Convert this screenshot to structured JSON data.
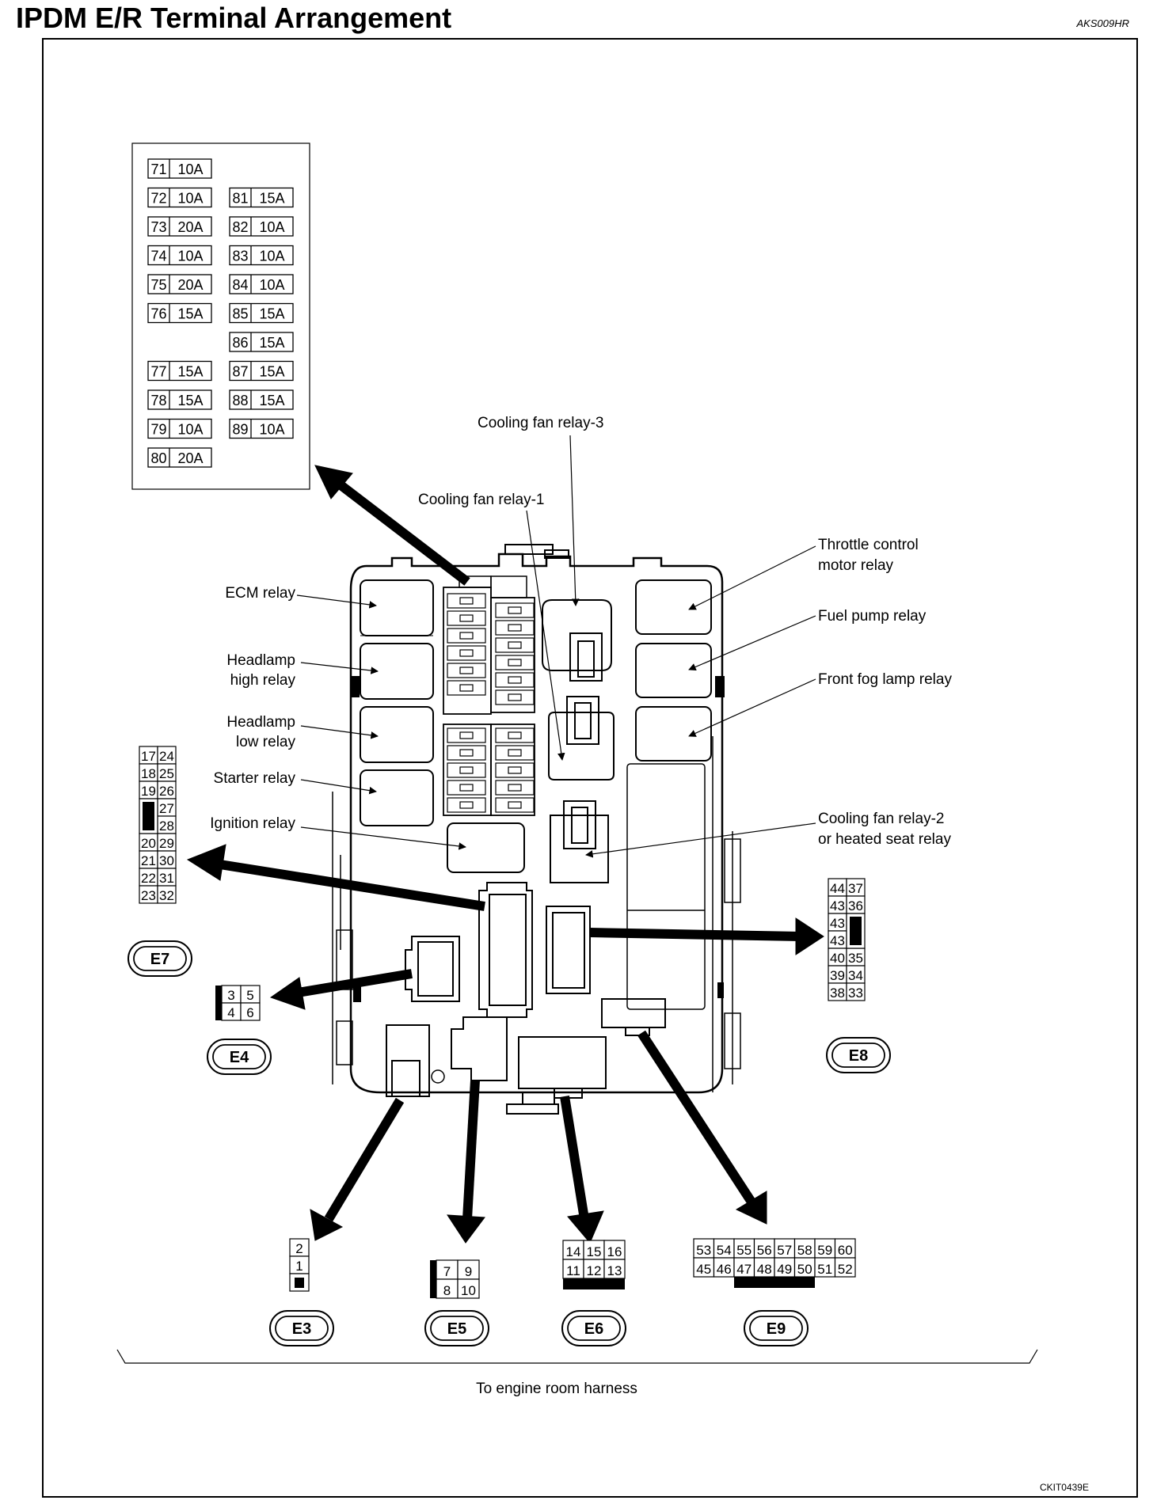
{
  "title": "IPDM E/R Terminal Arrangement",
  "figure_code_top": "AKS009HR",
  "figure_code_bottom": "CKIT0439E",
  "fuses": [
    {
      "no": "71",
      "amp": "10A"
    },
    {
      "no": "72",
      "amp": "10A"
    },
    {
      "no": "73",
      "amp": "20A"
    },
    {
      "no": "74",
      "amp": "10A"
    },
    {
      "no": "75",
      "amp": "20A"
    },
    {
      "no": "76",
      "amp": "15A"
    },
    {
      "no": "77",
      "amp": "15A"
    },
    {
      "no": "78",
      "amp": "15A"
    },
    {
      "no": "79",
      "amp": "10A"
    },
    {
      "no": "80",
      "amp": "20A"
    },
    {
      "no": "81",
      "amp": "15A"
    },
    {
      "no": "82",
      "amp": "10A"
    },
    {
      "no": "83",
      "amp": "10A"
    },
    {
      "no": "84",
      "amp": "10A"
    },
    {
      "no": "85",
      "amp": "15A"
    },
    {
      "no": "86",
      "amp": "15A"
    },
    {
      "no": "87",
      "amp": "15A"
    },
    {
      "no": "88",
      "amp": "15A"
    },
    {
      "no": "89",
      "amp": "10A"
    }
  ],
  "relay_labels": {
    "ecm": "ECM relay",
    "hl_high_1": "Headlamp",
    "hl_high_2": "high relay",
    "hl_low_1": "Headlamp",
    "hl_low_2": "low relay",
    "starter": "Starter relay",
    "ignition": "Ignition relay",
    "fan3": "Cooling fan relay-3",
    "fan1": "Cooling fan relay-1",
    "throttle_1": "Throttle control",
    "throttle_2": "motor relay",
    "fuel": "Fuel pump relay",
    "fog": "Front fog lamp relay",
    "fan2_1": "Cooling fan relay-2",
    "fan2_2": "or heated seat relay"
  },
  "connectors": {
    "E3": {
      "label": "E3",
      "pins": [
        "2",
        "1"
      ]
    },
    "E4": {
      "label": "E4",
      "pins": [
        "3",
        "5",
        "4",
        "6"
      ]
    },
    "E5": {
      "label": "E5",
      "pins": [
        "7",
        "9",
        "8",
        "10"
      ]
    },
    "E6": {
      "label": "E6",
      "pins": [
        "14",
        "15",
        "16",
        "11",
        "12",
        "13"
      ]
    },
    "E7": {
      "label": "E7",
      "pins": [
        "17",
        "24",
        "18",
        "25",
        "19",
        "26",
        "27",
        "28",
        "20",
        "29",
        "21",
        "30",
        "22",
        "31",
        "23",
        "32"
      ]
    },
    "E8": {
      "label": "E8",
      "pins": [
        "44",
        "37",
        "43",
        "36",
        "43",
        "43",
        "40",
        "35",
        "39",
        "34",
        "38",
        "33"
      ]
    },
    "E9": {
      "label": "E9",
      "pins": [
        "53",
        "54",
        "55",
        "56",
        "57",
        "58",
        "59",
        "60",
        "45",
        "46",
        "47",
        "48",
        "49",
        "50",
        "51",
        "52"
      ]
    }
  },
  "harness_label": "To engine room harness"
}
